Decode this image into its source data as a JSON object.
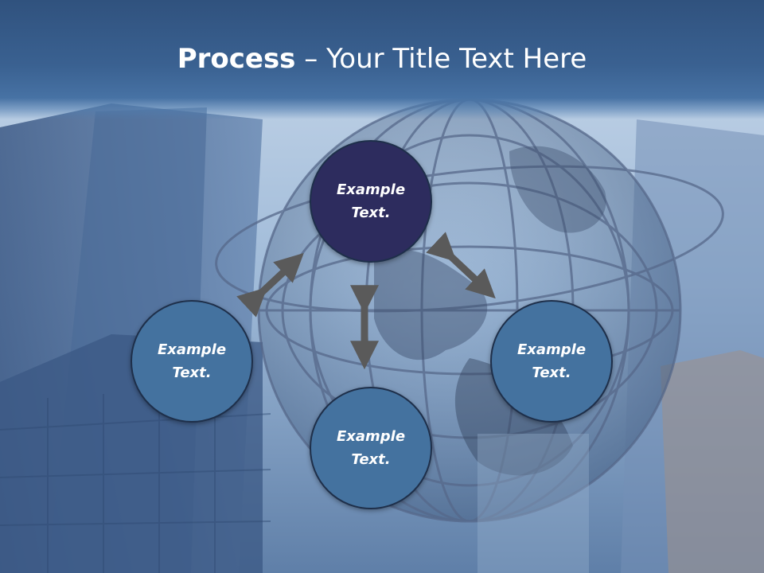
{
  "title": {
    "bold": "Process",
    "rest": " – Your Title Text Here"
  },
  "nodes": [
    {
      "label": "Example Text.",
      "position": "top",
      "color": "#2d2c5e"
    },
    {
      "label": "Example Text.",
      "position": "left",
      "color": "#44729f"
    },
    {
      "label": "Example Text.",
      "position": "right",
      "color": "#44729f"
    },
    {
      "label": "Example Text.",
      "position": "bottom",
      "color": "#44729f"
    }
  ],
  "colors": {
    "title_bar": "#3a6191",
    "arrow": "#5a5a5a",
    "node_border": "#1e2f4a"
  }
}
